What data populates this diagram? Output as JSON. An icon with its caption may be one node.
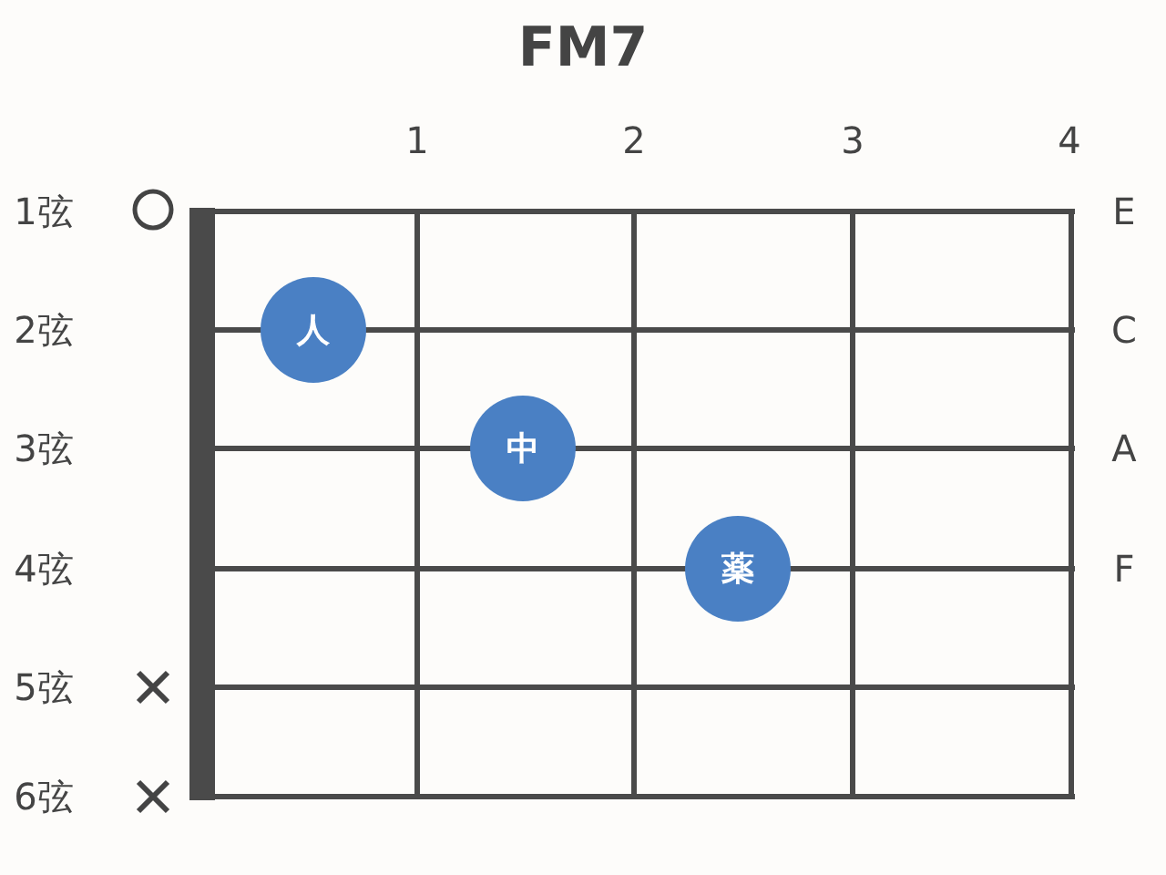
{
  "diagram": {
    "title": "FM7",
    "nodes": [
      {
        "text": [
          "人"
        ]
      },
      {
        "text": [
          "中"
        ]
      },
      {
        "text": [
          "薬"
        ]
      }
    ],
    "labels": [
      "1",
      "2",
      "3",
      "4",
      "1弦",
      "E",
      "2弦",
      "C",
      "3弦",
      "A",
      "4弦",
      "F",
      "5弦",
      "6弦"
    ]
  }
}
